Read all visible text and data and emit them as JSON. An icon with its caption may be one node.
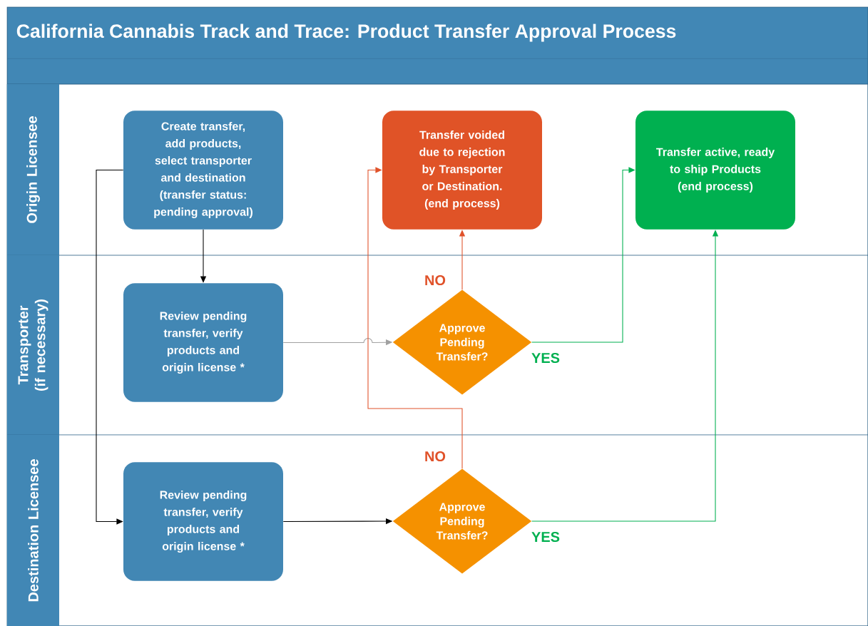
{
  "diagram": {
    "title": "California Cannabis Track and Trace: Product Transfer Approval Process",
    "nodes": [
      {
        "text": [
          "Origin Licensee"
        ]
      },
      {
        "text": [
          "Transporter (if necessary)"
        ]
      },
      {
        "text": [
          "Destination Licensee"
        ]
      },
      {
        "text": [
          "Create transfer, add products, select transporter and destination (transfer status: pending approval)"
        ],
        "in": 0
      },
      {
        "text": [
          "Transfer voided due to rejection by Transporter or Destination. (end process)"
        ],
        "in": 0
      },
      {
        "text": [
          "Transfer active, ready to ship Products (end process)"
        ],
        "in": 0
      },
      {
        "text": [
          "Review pending transfer, verify products and origin license *"
        ],
        "in": 1
      },
      {
        "text": [
          "Approve Pending Transfer?"
        ],
        "in": 1
      },
      {
        "text": [
          "Review pending transfer, verify products and origin license *"
        ],
        "in": 2
      },
      {
        "text": [
          "Approve Pending Transfer?"
        ],
        "in": 2
      }
    ],
    "edges": [
      {
        "from": 3,
        "to": 6,
        "arrow": "to"
      },
      {
        "from": 3,
        "to": 8,
        "arrow": "to"
      },
      {
        "from": 6,
        "to": 7,
        "arrow": "to",
        "color": "#a0a0a0"
      },
      {
        "from": 7,
        "to": 4,
        "arrow": "to",
        "label": "NO",
        "color": "#e0522a"
      },
      {
        "from": 7,
        "to": 5,
        "arrow": "to",
        "label": "YES",
        "color": "#00b050"
      },
      {
        "from": 8,
        "to": 9,
        "arrow": "to"
      },
      {
        "from": 9,
        "to": 4,
        "arrow": "to",
        "label": "NO",
        "color": "#e0522a"
      },
      {
        "from": 9,
        "to": 5,
        "arrow": "to",
        "label": "YES",
        "color": "#00b050"
      }
    ]
  }
}
